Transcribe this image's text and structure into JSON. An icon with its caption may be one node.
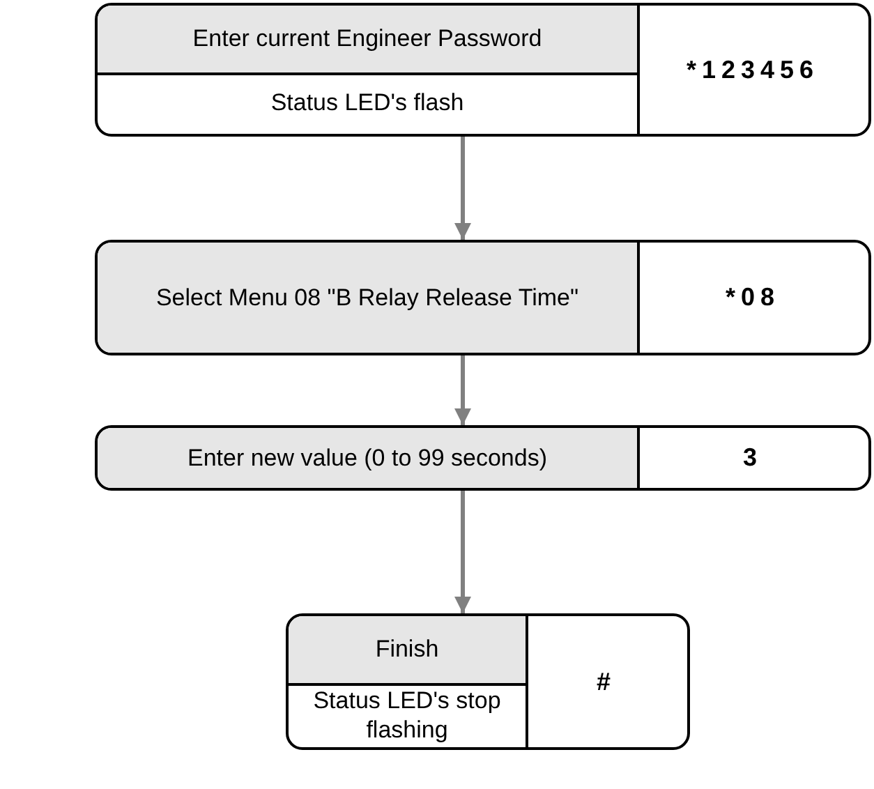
{
  "diagram": {
    "nodes": [
      {
        "text": [
          "Enter current Engineer Password",
          "Status LED's flash",
          "*123456"
        ]
      },
      {
        "text": [
          "Select Menu 08 \"B Relay Release Time\"",
          "*08"
        ]
      },
      {
        "text": [
          "Enter new value (0 to 99 seconds)",
          "3"
        ]
      },
      {
        "text": [
          "Finish",
          "Status LED's stop flashing",
          "#"
        ]
      }
    ],
    "edges": [
      {
        "from": 0,
        "to": 1,
        "arrow": "to"
      },
      {
        "from": 1,
        "to": 2,
        "arrow": "to"
      },
      {
        "from": 2,
        "to": 3,
        "arrow": "to"
      }
    ]
  }
}
